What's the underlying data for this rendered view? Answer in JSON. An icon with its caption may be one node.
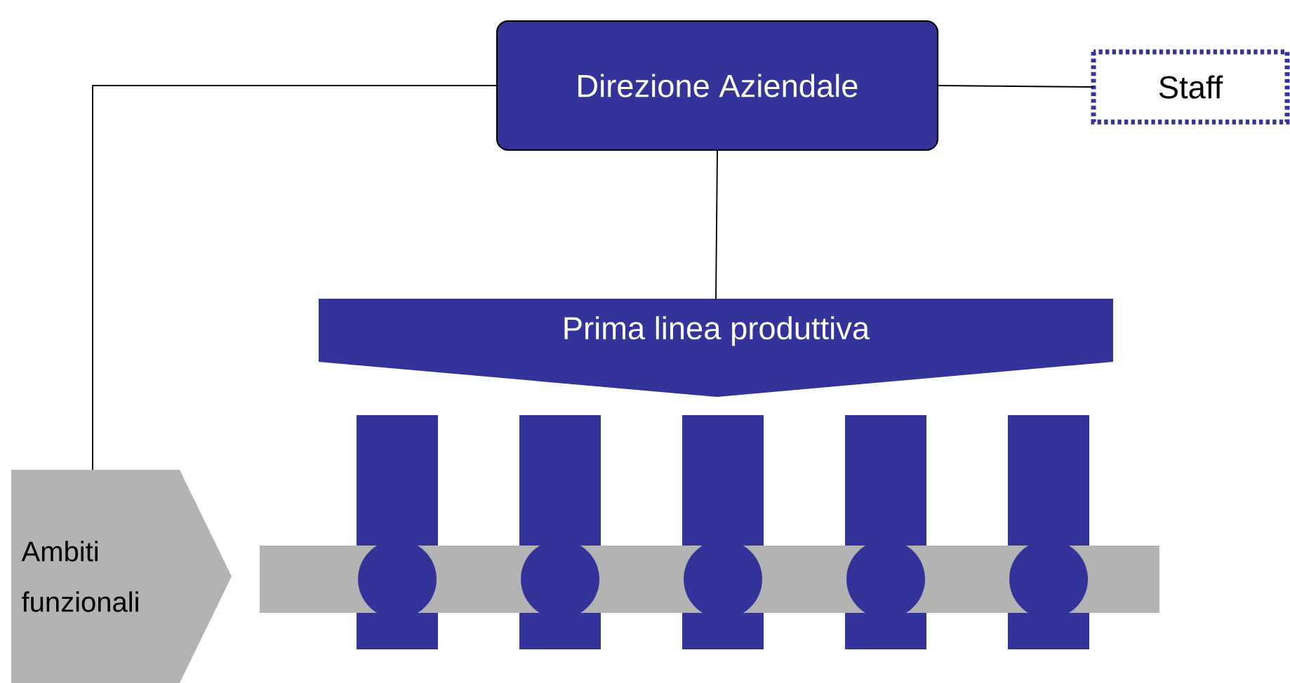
{
  "diagram": {
    "nodes": [
      {
        "text": [
          "Direzione Aziendale"
        ]
      },
      {
        "text": [
          "Staff"
        ]
      },
      {
        "text": [
          "Prima linea produttiva"
        ]
      },
      {
        "text": [
          "Ambiti funzionali"
        ]
      }
    ],
    "edges": [
      {
        "from": 0,
        "to": 1,
        "arrow": "none"
      },
      {
        "from": 0,
        "to": 2,
        "arrow": "none"
      },
      {
        "from": 0,
        "to": 3,
        "arrow": "none"
      }
    ]
  }
}
